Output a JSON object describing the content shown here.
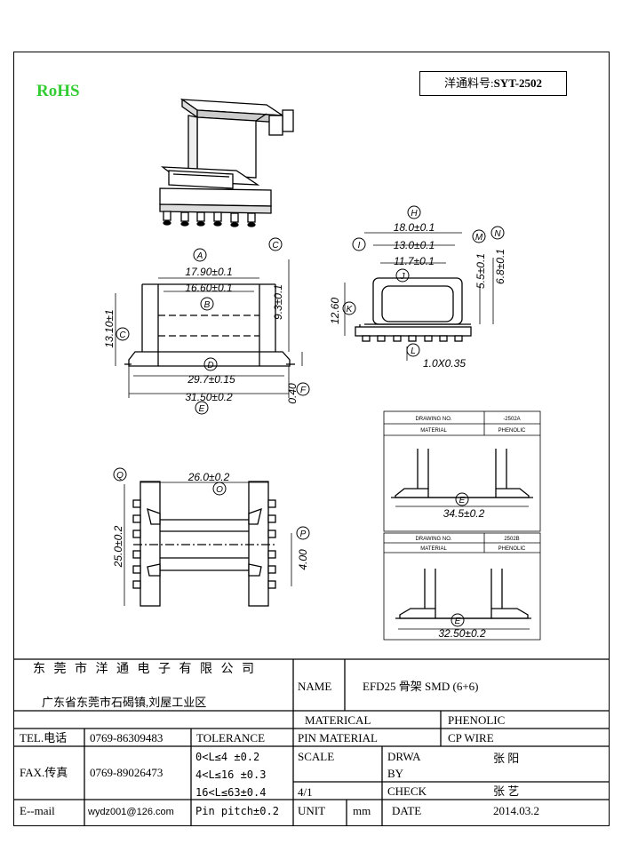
{
  "header": {
    "rohs": "RoHS",
    "part_label": "洋通料号:",
    "part_number": "SYT-2502"
  },
  "drawing": {
    "side": {
      "A": "17.90±0.1",
      "B": "16.60±0.1",
      "C_height": "9.3±0.1",
      "C_left": "13.10±1",
      "D": "29.7±0.15",
      "E": "31.50±0.2",
      "F": "0.40"
    },
    "end": {
      "H": "18.0±0.1",
      "I": "13.0±0.1",
      "J": "11.7±0.1",
      "K": "12.60",
      "L": "1.0X0.35",
      "M": "5.5±0.1",
      "N": "6.8±0.1"
    },
    "bottom": {
      "width": "26.0±0.2",
      "height": "25.0±0.2",
      "pitch": "4.00"
    },
    "letters": {
      "A": "A",
      "B": "B",
      "C": "C",
      "D": "D",
      "E": "E",
      "F": "F",
      "H": "H",
      "I": "I",
      "J": "J",
      "K": "K",
      "L": "L",
      "M": "M",
      "N": "N",
      "O": "O",
      "P": "P",
      "Q": "Q"
    },
    "variant_a": {
      "drawing_no_label": "DRAWING NO.",
      "drawing_no": "-2502A",
      "material_label": "MATERIAL",
      "material": "PHENOLIC",
      "dim": "34.5±0.2"
    },
    "variant_b": {
      "drawing_no_label": "DRAWING NO.",
      "drawing_no": "2502B",
      "material_label": "MATERIAL",
      "material": "PHENOLIC",
      "dim": "32.50±0.2"
    }
  },
  "title_block": {
    "company": "东 莞 市 洋 通 电 子 有 限 公 司",
    "address": "广东省东莞市石碣镇,刘屋工业区",
    "name_label": "NAME",
    "name_value": "EFD25 骨架 SMD (6+6)",
    "material_label": "MATERICAL",
    "material_value": "PHENOLIC",
    "pin_material_label": "PIN MATERIAL",
    "pin_material_value": "CP WIRE",
    "tel_label": "TEL.电话",
    "tel_value": "0769-86309483",
    "tolerance_label": "TOLERANCE",
    "tol_1": "0<L≤4  ±0.2",
    "tol_2": "4<L≤16 ±0.3",
    "tol_3": "16<L≤63±0.4",
    "tol_4": "Pin pitch±0.2",
    "fax_label": "FAX.传真",
    "fax_value": "0769-89026473",
    "email_label": "E--mail",
    "email_value": "wydz001@126.com",
    "scale_label": "SCALE",
    "scale_value": "4/1",
    "drawn_label_1": "DRWA",
    "drawn_label_2": "BY",
    "drawn_value": "张 阳",
    "check_label": "CHECK",
    "check_value": "张 艺",
    "unit_label": "UNIT",
    "unit_value": "mm",
    "date_label": "DATE",
    "date_value": "2014.03.2"
  }
}
